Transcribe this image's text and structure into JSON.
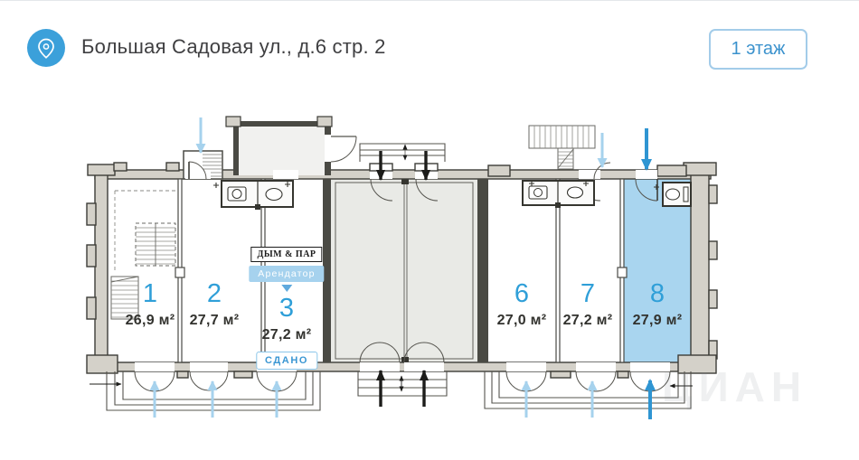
{
  "header": {
    "address": "Большая Садовая ул., д.6 стр. 2",
    "location_icon": "location-pin-icon",
    "floor_button": "1 этаж"
  },
  "units": [
    {
      "number": "1",
      "area": "26,9 м²"
    },
    {
      "number": "2",
      "area": "27,7 м²"
    },
    {
      "number": "3",
      "area": "27,2 м²",
      "tenant": "ДЫМ & ПАР",
      "tenant_badge": "Арендатор",
      "status": "СДАНО"
    },
    {
      "number": "6",
      "area": "27,0 м²"
    },
    {
      "number": "7",
      "area": "27,2 м²"
    },
    {
      "number": "8",
      "area": "27,9 м²",
      "highlighted": true
    }
  ],
  "colors": {
    "accent_blue": "#2f9fd8",
    "highlight_fill": "#a9d5ef",
    "light_arrow": "#a6d2ed",
    "bright_arrow": "#2f95d2",
    "wall_fill": "#d4d1c9",
    "wall_stroke": "#3d3d38",
    "common_area_fill": "#e9eae6",
    "button_border": "#a3cce9"
  },
  "watermark": {
    "text": "ЦИАН"
  }
}
